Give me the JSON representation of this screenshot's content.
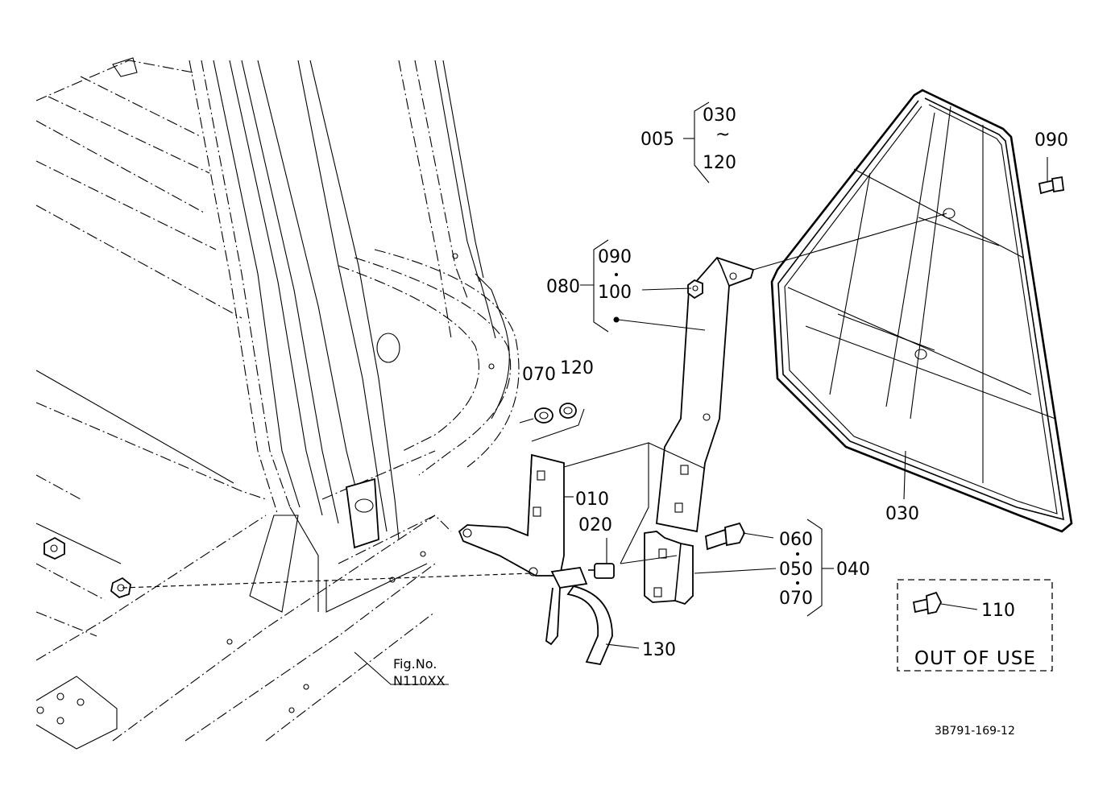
{
  "callouts": {
    "c005": "005",
    "c005_from": "030",
    "c005_sep": "~",
    "c005_to": "120",
    "c080": "080",
    "c080_a": "090",
    "c080_b": "100",
    "c090": "090",
    "c070": "070",
    "c120": "120",
    "c010": "010",
    "c020": "020",
    "c030": "030",
    "c060": "060",
    "c050": "050",
    "c070b": "070",
    "c040": "040",
    "c110": "110",
    "c130": "130"
  },
  "out_of_use": "OUT OF USE",
  "figure_ref": {
    "label": "Fig.No.",
    "number": "N110XX"
  },
  "diagram_code": "3B791-169-12"
}
